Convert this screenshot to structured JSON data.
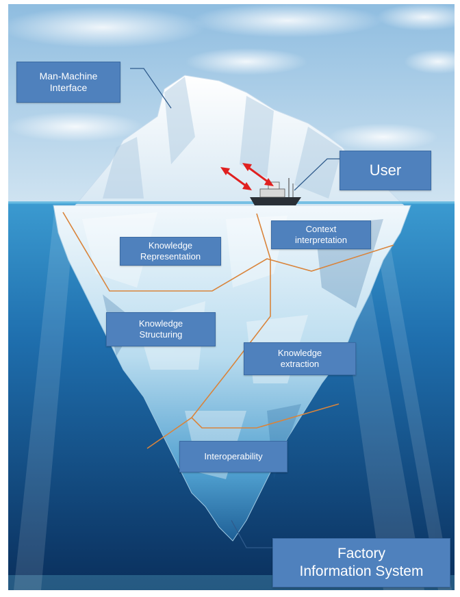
{
  "labels": {
    "man_machine": {
      "line1": "Man-Machine",
      "line2": "Interface"
    },
    "user": "User",
    "context": {
      "line1": "Context",
      "line2": "interpretation"
    },
    "knowledge_representation": {
      "line1": "Knowledge",
      "line2": "Representation"
    },
    "knowledge_structuring": {
      "line1": "Knowledge",
      "line2": "Structuring"
    },
    "knowledge_extraction": {
      "line1": "Knowledge",
      "line2": "extraction"
    },
    "interoperability": "Interoperability",
    "factory": {
      "line1": "Factory",
      "line2": "Information System"
    }
  },
  "colors": {
    "label_box": "#4f81bd",
    "sky": "#a9cbe6",
    "sea": "#1f6fae",
    "deep_sea": "#0c3a6e",
    "ice": "#e9f3fa",
    "layer_line": "#d9843b",
    "arrow": "#e02020"
  },
  "icons": {
    "ship": "ship-icon",
    "arrows": "double-arrow-icon"
  }
}
